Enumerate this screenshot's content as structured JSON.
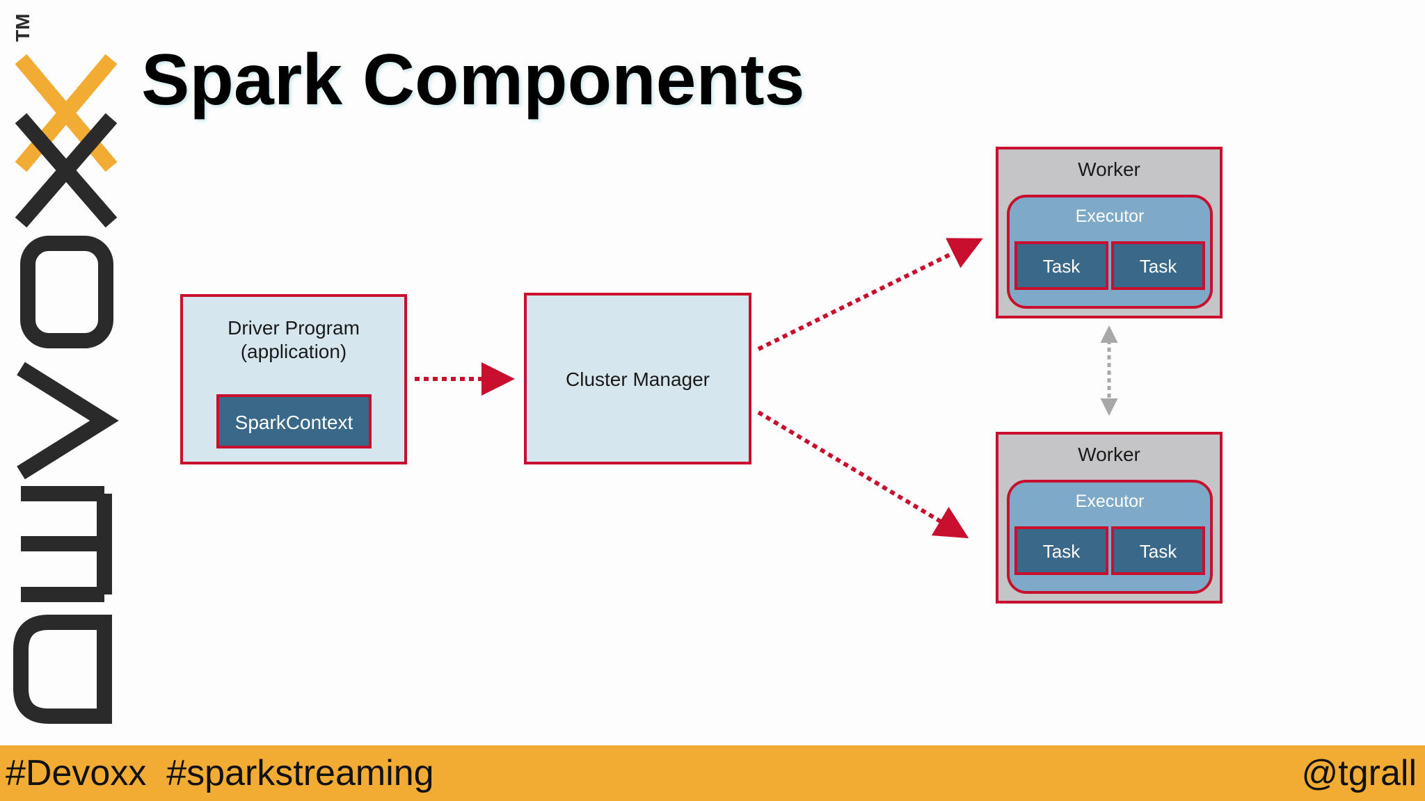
{
  "slide": {
    "title": "Spark Components",
    "logo": {
      "text": "DEVOXX",
      "trademark": "TM",
      "colors": {
        "letters": "#2a2a2a",
        "accent": "#f2ab33"
      }
    }
  },
  "diagram": {
    "driver": {
      "label_line1": "Driver Program",
      "label_line2": "(application)",
      "context_label": "SparkContext"
    },
    "cluster_manager": {
      "label": "Cluster Manager"
    },
    "workers": [
      {
        "label": "Worker",
        "executor_label": "Executor",
        "tasks": [
          "Task",
          "Task"
        ]
      },
      {
        "label": "Worker",
        "executor_label": "Executor",
        "tasks": [
          "Task",
          "Task"
        ]
      }
    ],
    "colors": {
      "border": "#c8102e",
      "light_box": "#d5e6ee",
      "worker_box": "#c5c5c7",
      "executor_box": "#7ea9c9",
      "task_box": "#3a6888",
      "arrow": "#c8102e",
      "worker_link": "#a8a8a8"
    }
  },
  "footer": {
    "hashtags": "#Devoxx  #sparkstreaming",
    "handle": "@tgrall",
    "background": "#f2ab33"
  }
}
